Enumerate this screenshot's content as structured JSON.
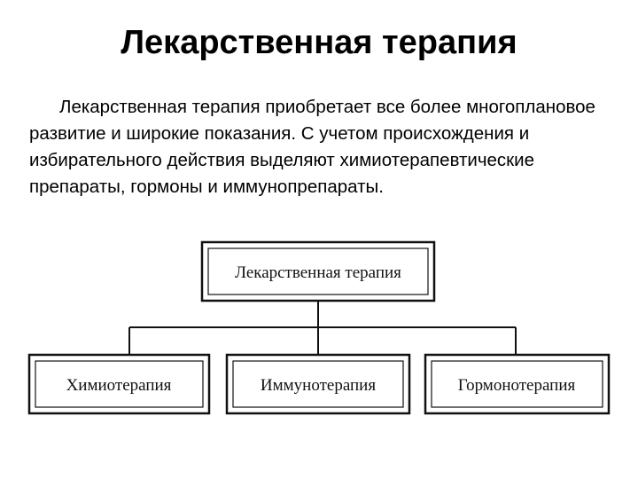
{
  "slide": {
    "title": "Лекарственная терапия",
    "body": "Лекарственная терапия приобретает все более многоплановое развитие и широкие показания. С учетом происхождения и избирательного действия выделяют химиотерапевтические препараты, гормоны и иммунопрепараты."
  },
  "diagram": {
    "root": "Лекарственная терапия",
    "children": [
      "Химиотерапия",
      "Иммунотерапия",
      "Гормонотерапия"
    ]
  }
}
